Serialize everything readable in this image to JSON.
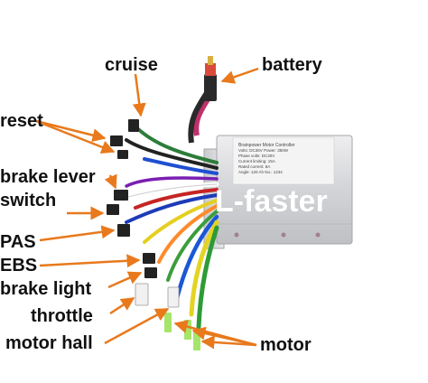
{
  "labels": {
    "cruise": "cruise",
    "battery": "battery",
    "reset": "reset",
    "brake_lever_line1": "brake lever",
    "brake_lever_line2": "switch",
    "pas": "PAS",
    "ebs": "EBS",
    "brake_light": "brake light",
    "throttle": "throttle",
    "motor_hall": "motor hall",
    "motor": "motor"
  },
  "watermark": "L-faster",
  "controller_label": {
    "title": "Brainpower Motor Controller",
    "lines": [
      "Volts: DC36V    Power: 350W",
      "Phase volts: DC30V",
      "Current limiting: 15A",
      "Rated current: 8A",
      "Angle: 120 Ah  No.: 1234"
    ]
  },
  "colors": {
    "arrow": "#e8791c",
    "label_text": "#111111",
    "controller_body": "#d9dadc",
    "watermark_text": "#ffffff"
  }
}
